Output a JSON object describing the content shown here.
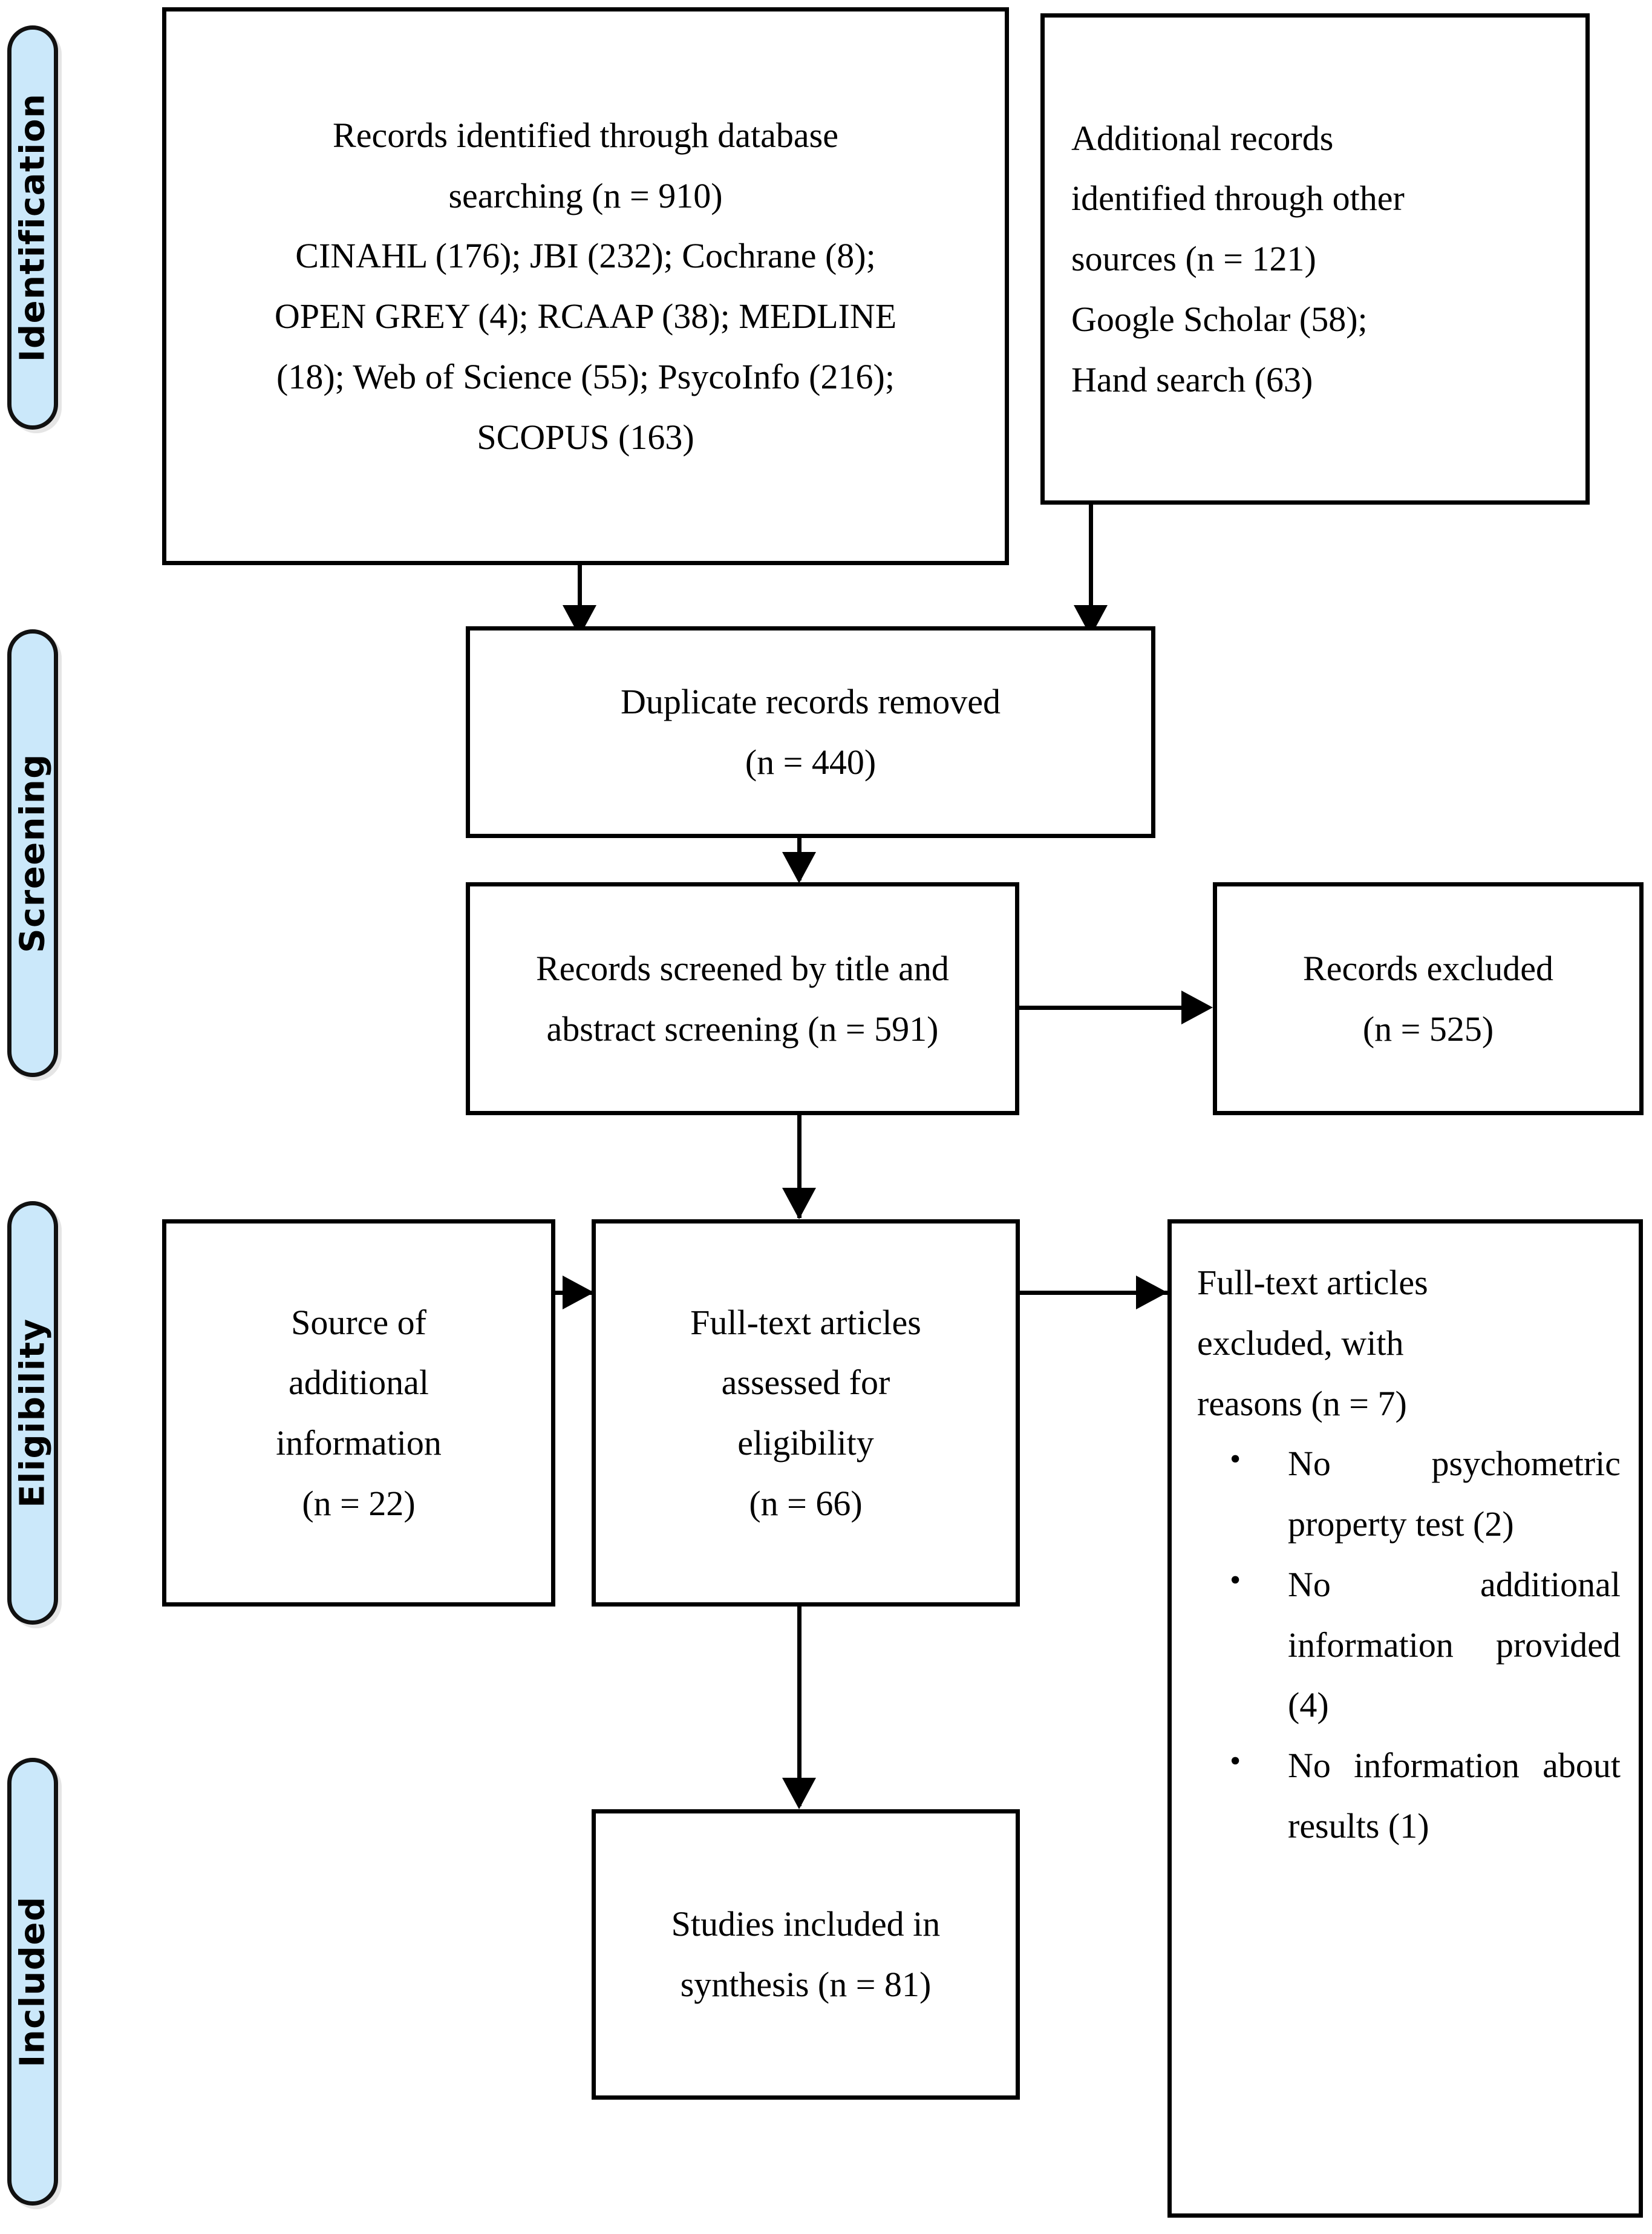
{
  "diagram": {
    "title": "PRISMA flow diagram",
    "accent_color": "#cbe8fa",
    "border_color": "#000000"
  },
  "phases": [
    {
      "id": "identification",
      "label": "Identification"
    },
    {
      "id": "screening",
      "label": "Screening"
    },
    {
      "id": "eligibility",
      "label": "Eligibility"
    },
    {
      "id": "included",
      "label": "Included"
    }
  ],
  "boxes": {
    "database_search": {
      "lines": [
        "Records identified through database",
        "searching (n = 910)",
        "CINAHL (176); JBI (232); Cochrane (8);",
        "OPEN GREY (4); RCAAP (38); MEDLINE",
        "(18); Web of Science (55); PsycoInfo (216);",
        "SCOPUS (163)"
      ]
    },
    "other_sources": {
      "lines": [
        "Additional records",
        "identified through other",
        "sources (n = 121)",
        "Google Scholar (58);",
        "Hand search (63)"
      ]
    },
    "duplicates_removed": {
      "lines": [
        "Duplicate records removed",
        "(n = 440)"
      ]
    },
    "records_screened": {
      "lines": [
        "Records screened by title and",
        "abstract screening (n = 591)"
      ]
    },
    "records_excluded": {
      "lines": [
        "Records excluded",
        "(n = 525)"
      ]
    },
    "source_additional_info": {
      "lines": [
        "Source of",
        "additional",
        "information",
        "(n = 22)"
      ]
    },
    "fulltext_assessed": {
      "lines": [
        "Full-text articles",
        "assessed for",
        "eligibility",
        "(n = 66)"
      ]
    },
    "fulltext_excluded": {
      "heading_lines": [
        "Full-text articles",
        "excluded, with",
        "reasons (n = 7)"
      ],
      "reasons": [
        "No psychometric property test (2)",
        "No additional information provided (4)",
        "No information about results (1)"
      ]
    },
    "studies_included": {
      "lines": [
        "Studies included in",
        "synthesis (n = 81)"
      ]
    }
  },
  "chart_data": {
    "type": "flow",
    "title": "PRISMA flow diagram",
    "nodes": [
      {
        "id": "database_search",
        "phase": "Identification",
        "n": 910,
        "breakdown": {
          "CINAHL": 176,
          "JBI": 232,
          "Cochrane": 8,
          "OPEN GREY": 4,
          "RCAAP": 38,
          "MEDLINE": 18,
          "Web of Science": 55,
          "PsycoInfo": 216,
          "SCOPUS": 163
        }
      },
      {
        "id": "other_sources",
        "phase": "Identification",
        "n": 121,
        "breakdown": {
          "Google Scholar": 58,
          "Hand search": 63
        }
      },
      {
        "id": "duplicates_removed",
        "phase": "Screening",
        "n": 440
      },
      {
        "id": "records_screened",
        "phase": "Screening",
        "n": 591
      },
      {
        "id": "records_excluded",
        "phase": "Screening",
        "n": 525
      },
      {
        "id": "source_additional_info",
        "phase": "Eligibility",
        "n": 22
      },
      {
        "id": "fulltext_assessed",
        "phase": "Eligibility",
        "n": 66
      },
      {
        "id": "fulltext_excluded",
        "phase": "Eligibility",
        "n": 7,
        "breakdown": {
          "No psychometric property test": 2,
          "No additional information provided": 4,
          "No information about results": 1
        }
      },
      {
        "id": "studies_included",
        "phase": "Included",
        "n": 81
      }
    ],
    "edges": [
      {
        "from": "database_search",
        "to": "duplicates_removed"
      },
      {
        "from": "other_sources",
        "to": "duplicates_removed"
      },
      {
        "from": "duplicates_removed",
        "to": "records_screened"
      },
      {
        "from": "records_screened",
        "to": "records_excluded"
      },
      {
        "from": "records_screened",
        "to": "fulltext_assessed"
      },
      {
        "from": "source_additional_info",
        "to": "fulltext_assessed"
      },
      {
        "from": "fulltext_assessed",
        "to": "fulltext_excluded"
      },
      {
        "from": "fulltext_assessed",
        "to": "studies_included"
      }
    ]
  }
}
